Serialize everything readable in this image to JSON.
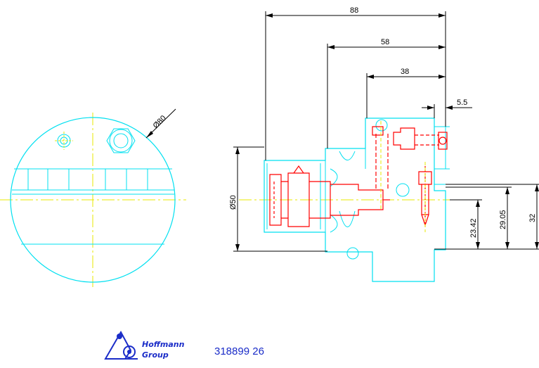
{
  "dimensions": {
    "width_88": "88",
    "width_58": "58",
    "width_38": "38",
    "width_5_5": "5.5",
    "dia_80": "Ø80",
    "dia_50": "Ø50",
    "height_23_42": "23.42",
    "height_29_05": "29.05",
    "height_32": "32"
  },
  "title_block": {
    "brand_line1": "Hoffmann",
    "brand_line2": "Group",
    "part_number": "318899 26"
  },
  "colors": {
    "outline": "#00e0f0",
    "hidden": "#ff0000",
    "center": "#e8e800",
    "dimension": "#000000",
    "brand": "#1a2cc8"
  }
}
